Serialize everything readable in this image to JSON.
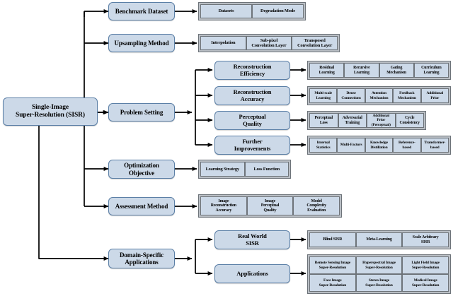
{
  "diagram": {
    "title": "Single-Image Super-Resolution (SISR) Taxonomy",
    "colors": {
      "node_fill": "#ccd9e8",
      "node_border": "#5b7fa6",
      "panel_fill": "#b9bec4",
      "panel_border": "#6d7379",
      "line": "#000000",
      "background": "#ffffff"
    },
    "root": {
      "label": "Single-Image\nSuper-Resolution (SISR)",
      "line1": "Single-Image",
      "line2": "Super-Resolution (SISR)"
    },
    "branches": {
      "benchmark": {
        "label": "Benchmark Dataset",
        "cells": [
          "Datasets",
          "Degradation Mode"
        ]
      },
      "upsampling": {
        "label": "Upsampling Method",
        "cells": [
          "Interpolation",
          "Sub-pixel\nConvolution Layer",
          "Transposed\nConvolution Layer"
        ]
      },
      "problem_setting": {
        "label": "Problem Setting"
      },
      "optimization": {
        "label": "Optimization\nObjective",
        "cells": [
          "Learning Strategy",
          "Loss Function"
        ]
      },
      "assessment": {
        "label": "Assessment Method",
        "cells": [
          "Image\nReconstruction\nAccuracy",
          "Image\nPerceptual\nQuality",
          "Model\nComplexity\nEvaluation"
        ]
      },
      "domain": {
        "label": "Domain-Specific\nApplications"
      }
    },
    "problem_setting_children": [
      {
        "label": "Reconstruction\nEfficiency",
        "cells": [
          "Residual\nLearning",
          "Recursive\nLearning",
          "Gating\nMechanism",
          "Curriculum\nLearning"
        ]
      },
      {
        "label": "Reconstruction\nAccuracy",
        "cells": [
          "Multi-scale\nLearning",
          "Dense\nConnections",
          "Attention\nMechanism",
          "Feedback\nMechanism",
          "Additional\nPrior"
        ]
      },
      {
        "label": "Perceptual\nQuality",
        "cells": [
          "Perceptual\nLoss",
          "Adversarial\nTraining",
          "Additional\nPrior\n(Perceptual)",
          "Cycle\nConsistency"
        ]
      },
      {
        "label": "Further\nImprovements",
        "cells": [
          "Internal\nStatistics",
          "Multi-Factors",
          "Knowledge\nDistillation",
          "Reference-\nbased",
          "Transformer-\nbased"
        ]
      }
    ],
    "domain_children": [
      {
        "label": "Real World\nSISR",
        "cells": [
          "Blind SISR",
          "Meta-Learning",
          "Scale Arbitrary\nSISR"
        ]
      },
      {
        "label": "Applications",
        "cells": [
          "Remote Sensing Image\nSuper-Resolution",
          "Hyperspectral Image\nSuper-Resolution",
          "Light Field Image\nSuper-Resolution",
          "Face Image\nSuper-Resolution",
          "Stereo Image\nSuper-Resolution",
          "Medical Image\nSuper-Resolution"
        ]
      }
    ]
  }
}
